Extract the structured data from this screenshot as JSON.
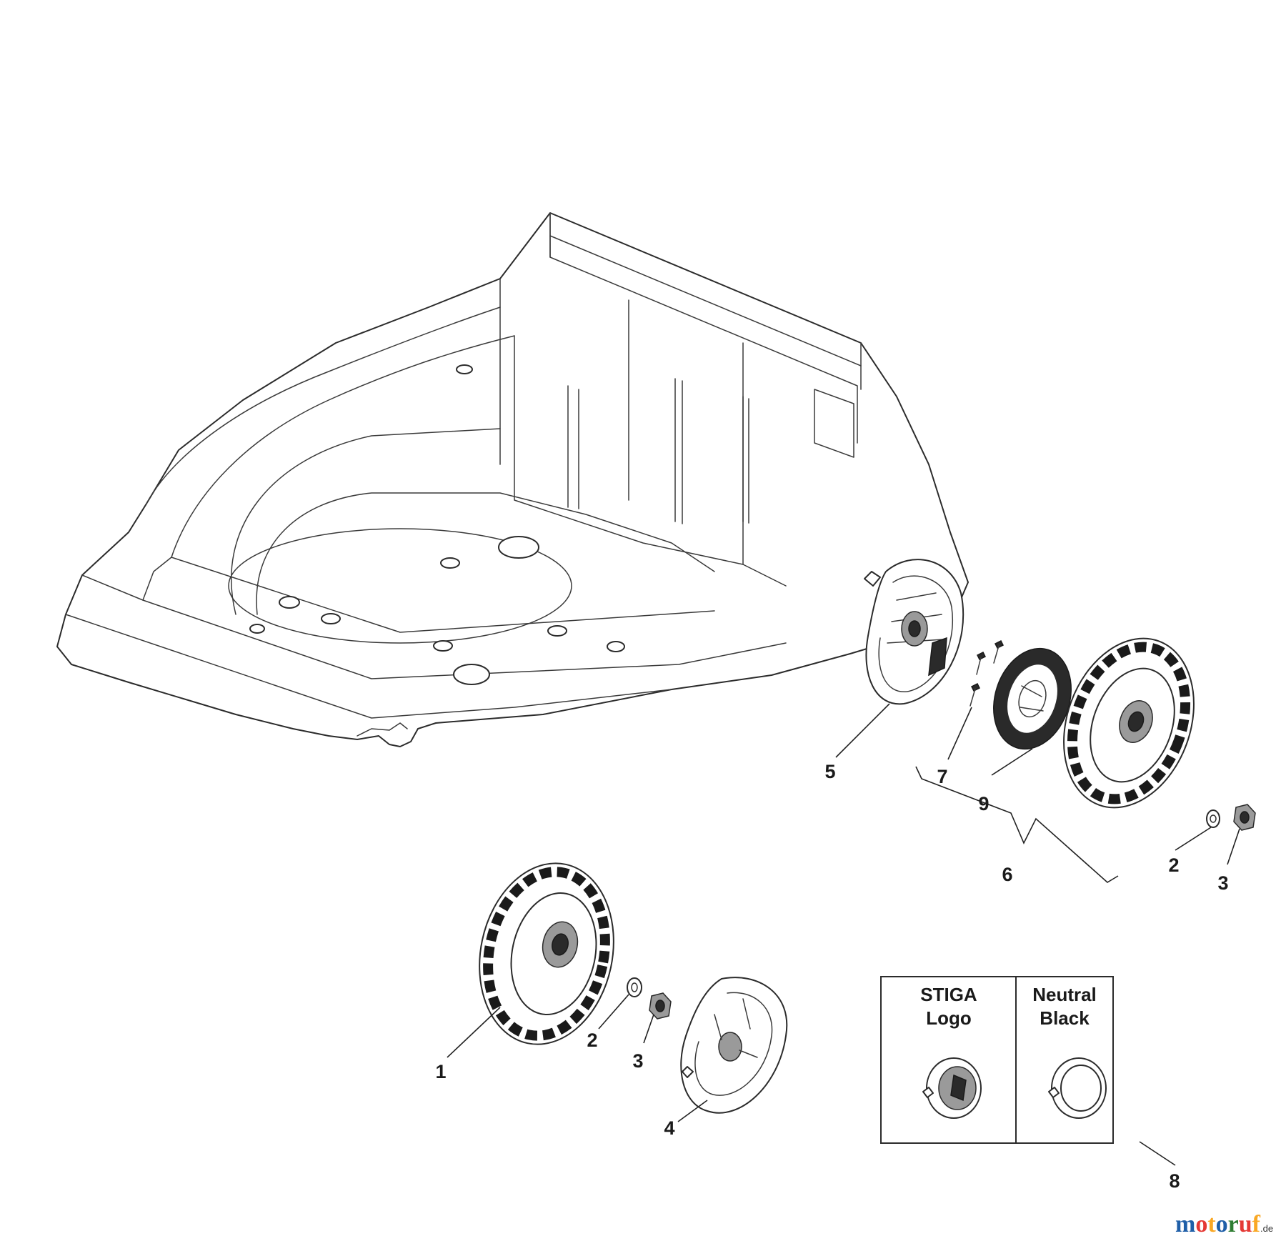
{
  "diagram": {
    "callouts": {
      "wheel_front": "1",
      "washer_front": "2",
      "nut_front": "3",
      "hubcap_front": "4",
      "wheel_cover_rear": "5",
      "wheel_kit_rear": "6",
      "screw_rear": "7",
      "hubcap_variants": "8",
      "gear_ring_rear": "9",
      "washer_rear": "2",
      "nut_rear": "3"
    },
    "variant_box": {
      "left_line1": "STIGA",
      "left_line2": "Logo",
      "right_line1": "Neutral",
      "right_line2": "Black"
    }
  },
  "watermark": {
    "letters": [
      "m",
      "o",
      "t",
      "o",
      "r",
      "u",
      "f"
    ],
    "letter_colors": [
      "#1f5fa8",
      "#e53935",
      "#f9a825",
      "#1f5fa8",
      "#2e7d32",
      "#e53935",
      "#f9a825"
    ],
    "suffix": ".de"
  }
}
